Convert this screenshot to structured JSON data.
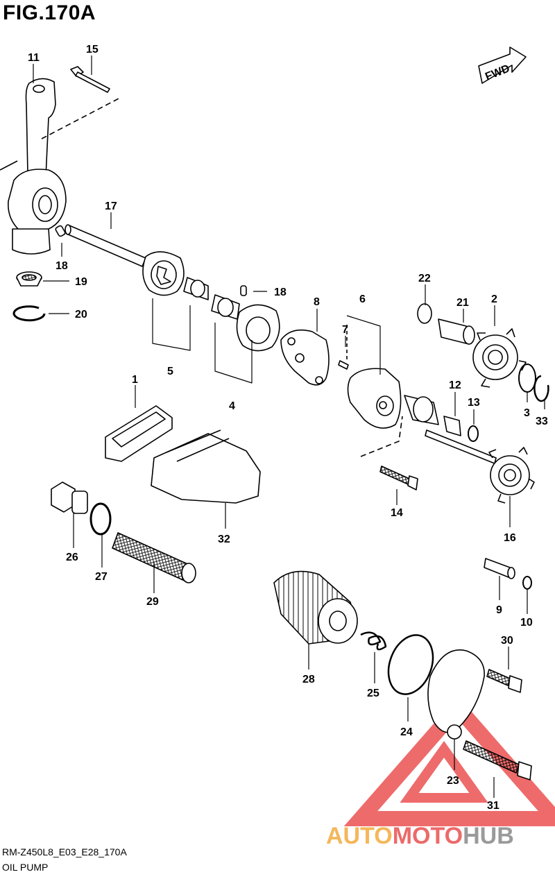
{
  "figure": {
    "title": "FIG.170A",
    "fwd_label": "FWD"
  },
  "callouts": [
    "1",
    "2",
    "3",
    "4",
    "5",
    "6",
    "7",
    "8",
    "9",
    "10",
    "11",
    "12",
    "13",
    "14",
    "15",
    "16",
    "17",
    "18",
    "18",
    "19",
    "20",
    "21",
    "22",
    "23",
    "24",
    "25",
    "26",
    "27",
    "28",
    "29",
    "30",
    "31",
    "32",
    "33"
  ],
  "footer": {
    "code": "RM-Z450L8_E03_E28_170A",
    "caption": "OIL PUMP"
  },
  "watermark": {
    "part1": "AUTO",
    "part2": "MOTO",
    "part3": "HUB",
    "colors": {
      "auto": "#f4b75a",
      "moto": "#ec6a6a",
      "hub": "#9a9a9a",
      "triangle": "#e93a3a"
    }
  }
}
